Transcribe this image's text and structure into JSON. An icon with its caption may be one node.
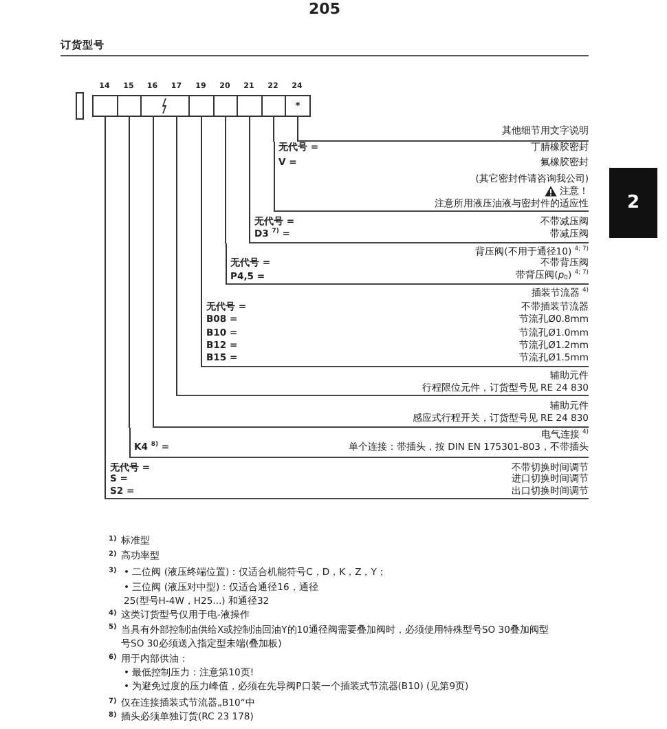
{
  "diagram": {
    "title": "订货型号",
    "nodes": [
      {
        "text": [],
        "shape": "box",
        "beside": [
          "14"
        ]
      },
      {
        "text": [],
        "shape": "box",
        "beside": [
          "15"
        ]
      },
      {
        "text": [],
        "shape": "box",
        "beside": [
          "16"
        ]
      },
      {
        "text": [],
        "shape": "box",
        "beside": [
          "17"
        ]
      },
      {
        "text": [],
        "shape": "box",
        "beside": [
          "19"
        ]
      },
      {
        "text": [],
        "shape": "box",
        "beside": [
          "20"
        ]
      },
      {
        "text": [],
        "shape": "box",
        "beside": [
          "21"
        ]
      },
      {
        "text": [],
        "shape": "box",
        "beside": [
          "22"
        ]
      },
      {
        "text": [
          "*"
        ],
        "beside": [
          "24"
        ]
      },
      {
        "text": [
          "其他细节用文字说明"
        ]
      },
      {
        "text": [
          "无代号 =",
          "丁腈橡胶密封",
          "V =",
          "氟橡胶密封",
          "(其它密封件请咨询我公司)",
          "注意！",
          "注意所用液压油液与密封件的适应性"
        ]
      },
      {
        "text": [
          "无代号 =",
          "不带减压阀",
          "D3 $^{7)}$ =",
          "带减压阀"
        ]
      },
      {
        "text": [
          "背压阀(不用于通径10) $^{4; 7)}$",
          "无代号 =",
          "不带背压阀",
          "P4,5 =",
          "带背压阀(*p*$_{0}$) $^{4; 7)}$"
        ]
      },
      {
        "text": [
          "插装节流器 $^{4)}$",
          "无代号 =",
          "不带插装节流器",
          "B08 =",
          "节流孔Ø0.8mm",
          "B10 =",
          "节流孔Ø1.0mm",
          "B12 =",
          "节流孔Ø1.2mm",
          "B15 =",
          "节流孔Ø1.5mm"
        ]
      },
      {
        "text": [
          "辅助元件",
          "行程限位元件，订货型号见 RE 24 830"
        ]
      },
      {
        "text": [
          "辅助元件",
          "感应式行程开关，订货型号见 RE 24 830"
        ]
      },
      {
        "text": [
          "电气连接 $^{4)}$",
          "K4 $^{8)}$ =",
          "单个连接：带插头，按 DIN EN 175301-803，不带插头"
        ]
      },
      {
        "text": [
          "无代号 =",
          "不带切换时间调节",
          "S =",
          "进口切换时间调节",
          "S2 =",
          "出口切换时间调节"
        ]
      }
    ],
    "edges": [
      {
        "from": 8,
        "to": 9,
        "arrow": "none"
      },
      {
        "from": 7,
        "to": 10,
        "arrow": "none"
      },
      {
        "from": 6,
        "to": 11,
        "arrow": "none"
      },
      {
        "from": 5,
        "to": 12,
        "arrow": "none"
      },
      {
        "from": 4,
        "to": 13,
        "arrow": "none"
      },
      {
        "from": 3,
        "to": 14,
        "arrow": "none"
      },
      {
        "from": 2,
        "to": 15,
        "arrow": "none"
      },
      {
        "from": 1,
        "to": 16,
        "arrow": "none"
      },
      {
        "from": 0,
        "to": 17,
        "arrow": "none"
      }
    ],
    "labels": [
      "205",
      "2",
      "1)",
      "标准型",
      "2)",
      "高功率型",
      "3)",
      "• 二位阀 (液压终端位置)：仅适合机能符号C，D，K，Z，Y；",
      "• 三位阀 (液压对中型)：仅适合通径16，通径25(型号H-4W，H25...) 和通径32",
      "4)",
      "这类订货型号仅用于电-液操作",
      "5)",
      "当具有外部控制油供给X或控制油回油Y的10通径阀需要叠加阀时，必须使用特殊型号SO 30叠加阀型号SO 30必须送入指定型未端(叠加板)",
      "6)",
      "用于内部供油：",
      "• 最低控制压力：注意第10页!",
      "• 为避免过度的压力峰值，必须在先导阀P口装一个插装式节流器(B10) (见第9页)",
      "7)",
      "仅在连接插装式节流器„B10“中",
      "8)",
      "插头必须单独订货(RC 23 178)"
    ]
  }
}
